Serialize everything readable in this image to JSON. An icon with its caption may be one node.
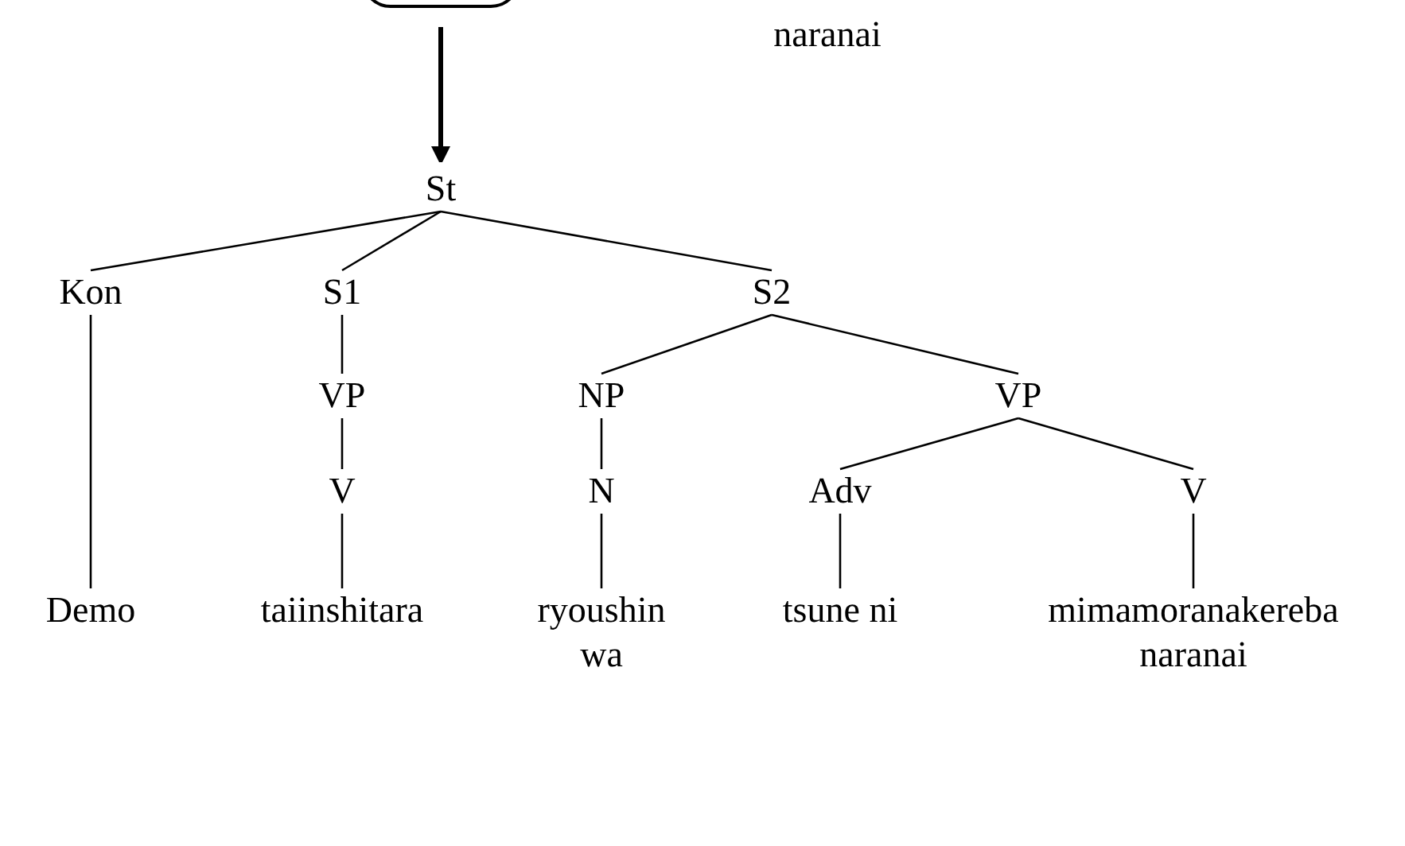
{
  "diagram": {
    "nodes": [
      {
        "text": [],
        "shape": "box"
      },
      {
        "text": [
          "St"
        ]
      },
      {
        "text": [
          "Kon"
        ]
      },
      {
        "text": [
          "S1"
        ]
      },
      {
        "text": [
          "S2"
        ]
      },
      {
        "text": [
          "VP"
        ]
      },
      {
        "text": [
          "NP"
        ]
      },
      {
        "text": [
          "VP"
        ]
      },
      {
        "text": [
          "V"
        ]
      },
      {
        "text": [
          "N"
        ]
      },
      {
        "text": [
          "Adv"
        ]
      },
      {
        "text": [
          "V"
        ]
      },
      {
        "text": [
          "Demo"
        ]
      },
      {
        "text": [
          "taiinshitara"
        ]
      },
      {
        "text": [
          "ryoushin wa"
        ]
      },
      {
        "text": [
          "tsune ni"
        ]
      },
      {
        "text": [
          "mimamoranakereba naranai"
        ]
      }
    ],
    "edges": [
      {
        "from": 0,
        "to": 1,
        "arrow": "to",
        "style": "thick"
      },
      {
        "from": 1,
        "to": 2,
        "arrow": "none"
      },
      {
        "from": 1,
        "to": 3,
        "arrow": "none"
      },
      {
        "from": 1,
        "to": 4,
        "arrow": "none"
      },
      {
        "from": 2,
        "to": 12,
        "arrow": "none"
      },
      {
        "from": 3,
        "to": 5,
        "arrow": "none"
      },
      {
        "from": 5,
        "to": 8,
        "arrow": "none"
      },
      {
        "from": 8,
        "to": 13,
        "arrow": "none"
      },
      {
        "from": 4,
        "to": 6,
        "arrow": "none"
      },
      {
        "from": 4,
        "to": 7,
        "arrow": "none"
      },
      {
        "from": 6,
        "to": 9,
        "arrow": "none"
      },
      {
        "from": 9,
        "to": 14,
        "arrow": "none"
      },
      {
        "from": 7,
        "to": 10,
        "arrow": "none"
      },
      {
        "from": 7,
        "to": 11,
        "arrow": "none"
      },
      {
        "from": 10,
        "to": 15,
        "arrow": "none"
      },
      {
        "from": 11,
        "to": 16,
        "arrow": "none"
      }
    ],
    "labels": [
      "naranai"
    ]
  }
}
